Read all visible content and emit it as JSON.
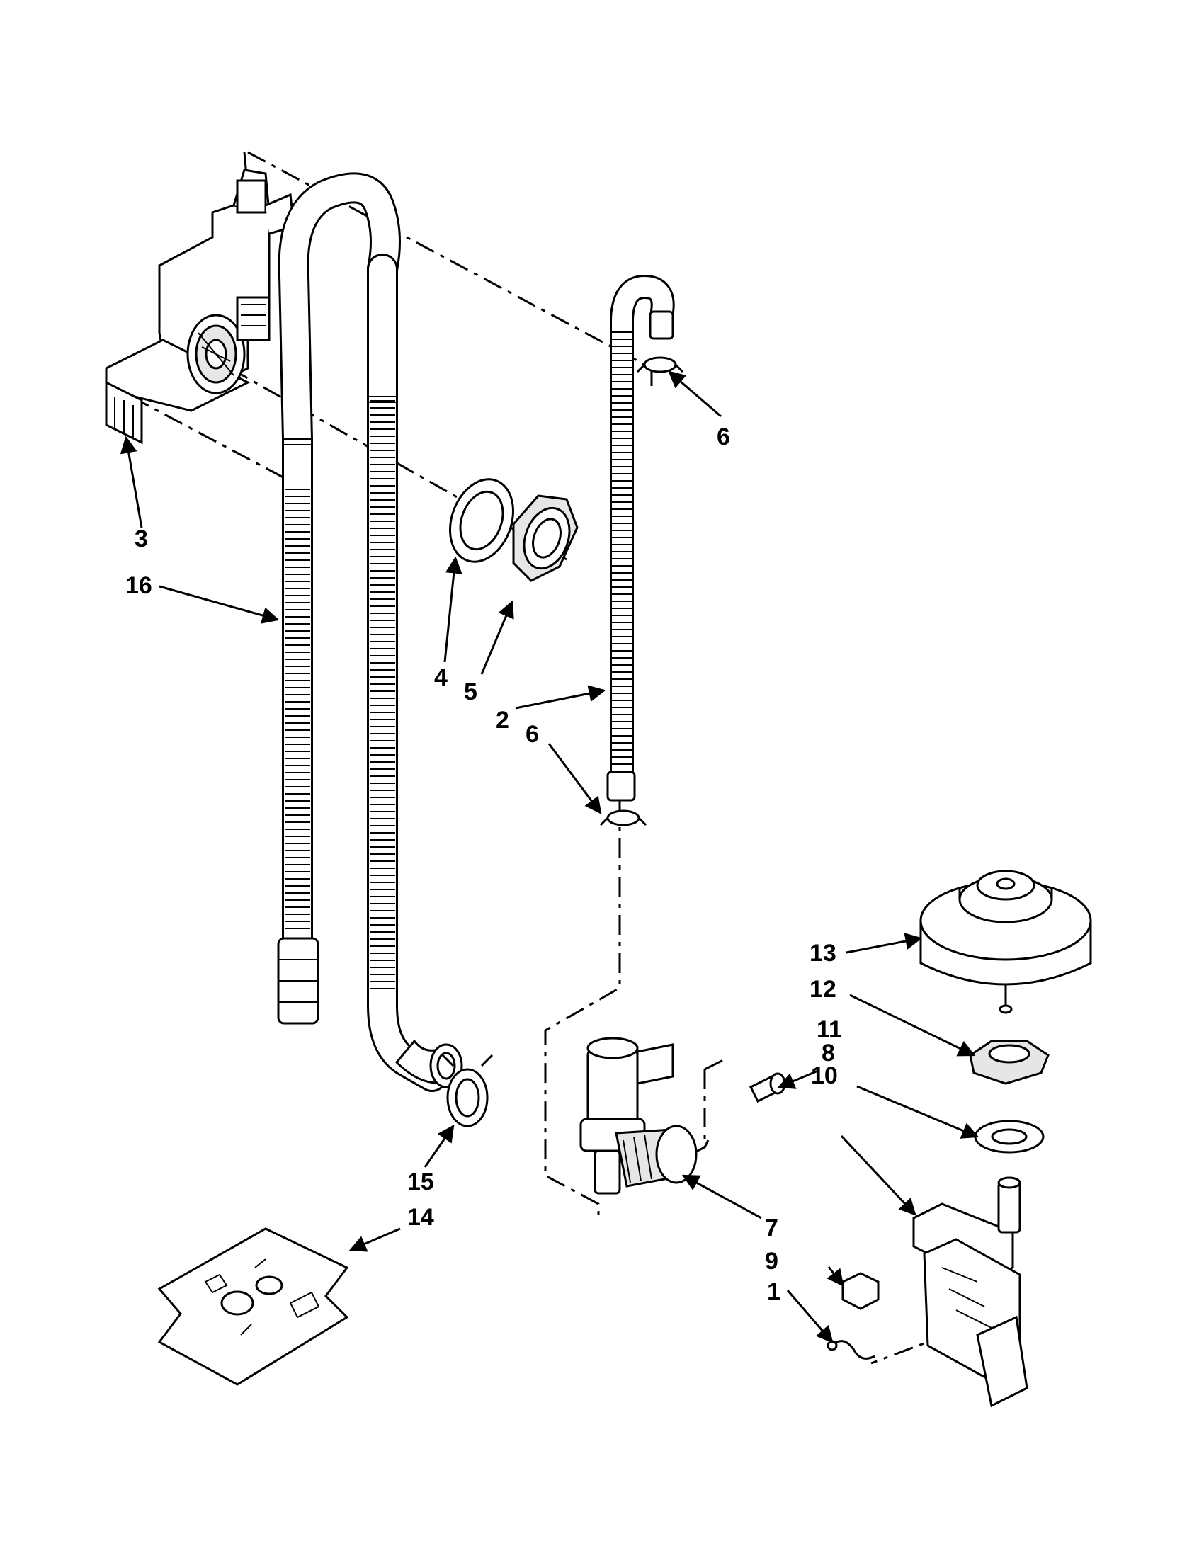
{
  "callouts": [
    {
      "id": "c1",
      "label": "1"
    },
    {
      "id": "c2",
      "label": "2"
    },
    {
      "id": "c3",
      "label": "3"
    },
    {
      "id": "c4",
      "label": "4"
    },
    {
      "id": "c5",
      "label": "5"
    },
    {
      "id": "c6a",
      "label": "6"
    },
    {
      "id": "c6b",
      "label": "6"
    },
    {
      "id": "c7",
      "label": "7"
    },
    {
      "id": "c8",
      "label": "8"
    },
    {
      "id": "c9",
      "label": "9"
    },
    {
      "id": "c10",
      "label": "10"
    },
    {
      "id": "c11",
      "label": "11"
    },
    {
      "id": "c12",
      "label": "12"
    },
    {
      "id": "c13",
      "label": "13"
    },
    {
      "id": "c14",
      "label": "14"
    },
    {
      "id": "c15",
      "label": "15"
    },
    {
      "id": "c16",
      "label": "16"
    }
  ]
}
